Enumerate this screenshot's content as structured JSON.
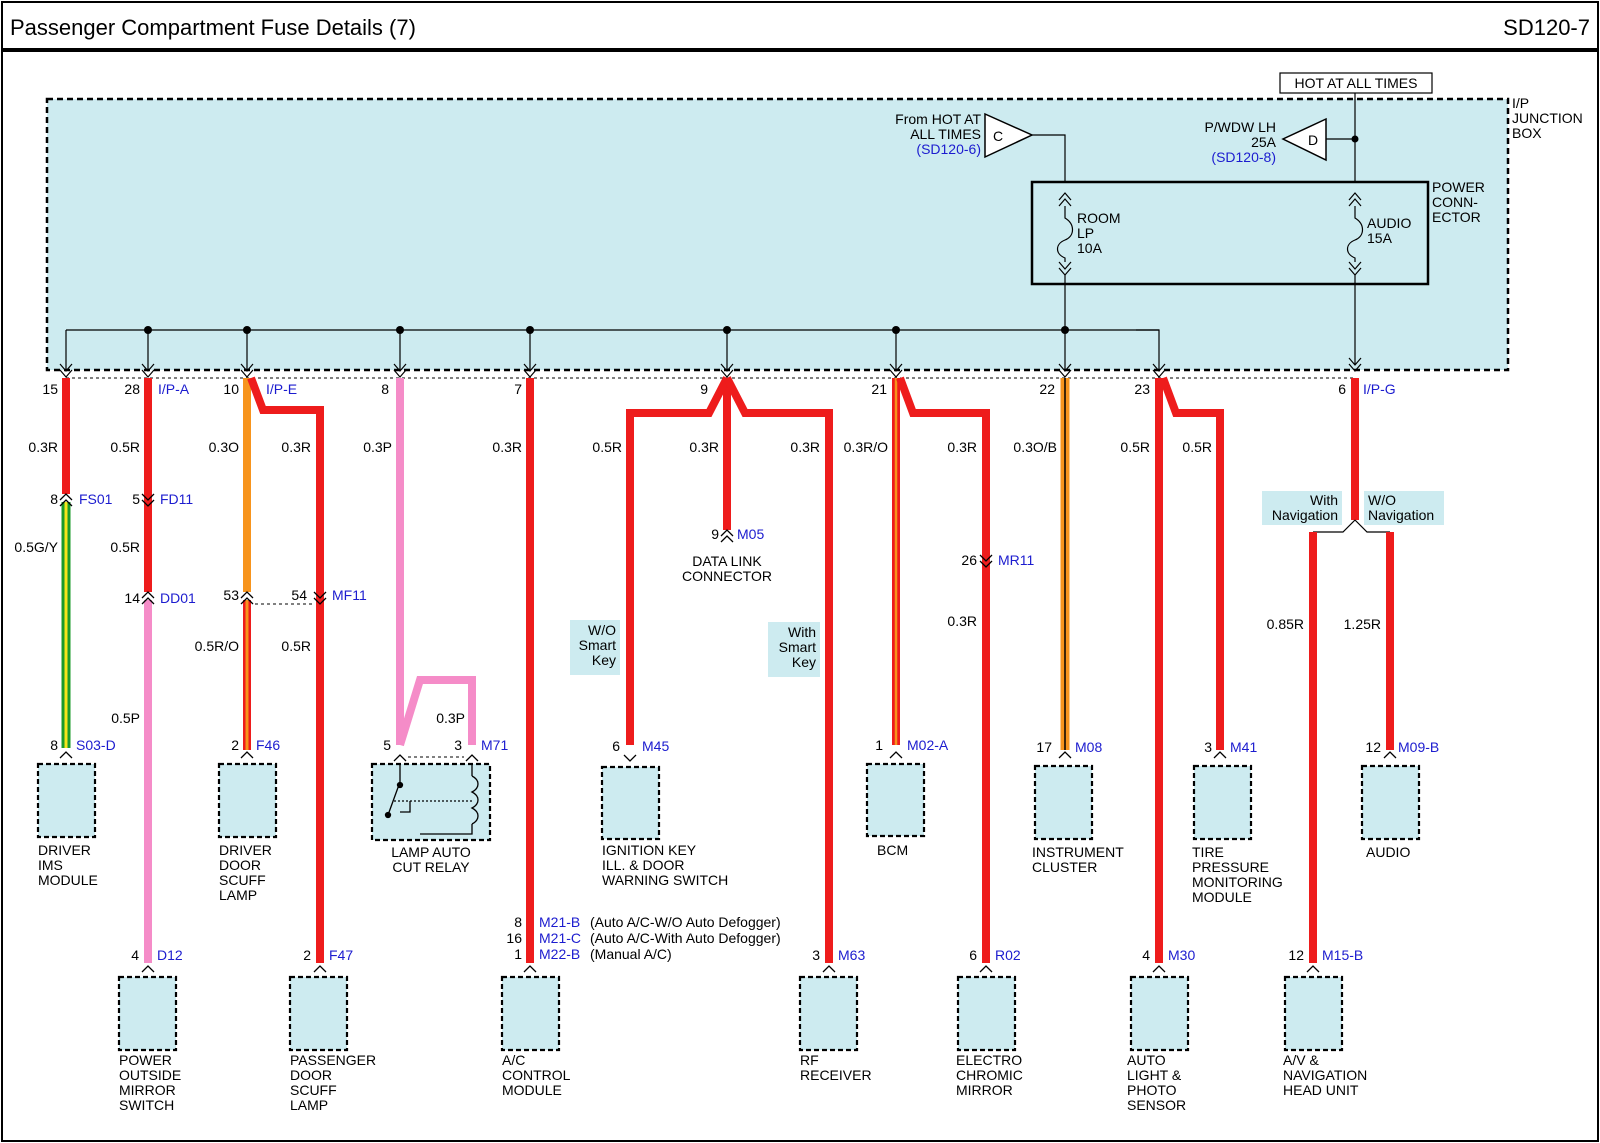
{
  "header": {
    "title": "Passenger Compartment Fuse Details (7)",
    "page_code": "SD120-7"
  },
  "junction": {
    "name_line1": "I/P",
    "name_line2": "JUNCTION",
    "name_line3": "BOX",
    "hot_label": "HOT AT ALL TIMES",
    "from_c_line1": "From HOT AT",
    "from_c_line2": "ALL TIMES",
    "from_c_ref": "(SD120-6)",
    "c_letter": "C",
    "pwdw_line1": "P/WDW LH",
    "pwdw_line2": "25A",
    "pwdw_ref": "(SD120-8)",
    "d_letter": "D",
    "power_line1": "POWER",
    "power_line2": "CONN-",
    "power_line3": "ECTOR",
    "fuse1_line1": "ROOM",
    "fuse1_line2": "LP",
    "fuse1_line3": "10A",
    "fuse2_line1": "AUDIO",
    "fuse2_line2": "15A"
  },
  "pins": [
    {
      "num": "15",
      "conn": ""
    },
    {
      "num": "28",
      "conn": "I/P-A"
    },
    {
      "num": "10",
      "conn": "I/P-E"
    },
    {
      "num": "8",
      "conn": ""
    },
    {
      "num": "7",
      "conn": ""
    },
    {
      "num": "9",
      "conn": ""
    },
    {
      "num": "21",
      "conn": ""
    },
    {
      "num": "22",
      "conn": ""
    },
    {
      "num": "23",
      "conn": ""
    },
    {
      "num": "6",
      "conn": "I/P-G"
    }
  ],
  "wires": {
    "w1": "0.3R",
    "w2": "0.5G/Y",
    "w3": "0.5R",
    "w4": "0.5R",
    "w5": "0.5P",
    "w6": "0.3O",
    "w7": "0.3R",
    "w8": "0.5R/O",
    "w9": "0.5R",
    "w10": "0.3P",
    "w11": "0.3P",
    "w12": "0.3R",
    "w13": "0.5R",
    "w14": "0.3R",
    "w15": "0.3R",
    "w16": "0.3R/O",
    "w17": "0.3R",
    "w18": "0.3R",
    "w19": "0.3O/B",
    "w20": "0.5R",
    "w21": "0.5R",
    "w22": "0.85R",
    "w23": "1.25R"
  },
  "connectors": {
    "fs01_num": "8",
    "fs01": "FS01",
    "fd11_num": "5",
    "fd11": "FD11",
    "dd01_num": "14",
    "dd01": "DD01",
    "c53_num": "53",
    "c54_num": "54",
    "mf11": "MF11",
    "m05_num": "9",
    "m05": "M05",
    "mr11_num": "26",
    "mr11": "MR11"
  },
  "options": {
    "wo_smart_1": "W/O",
    "wo_smart_2": "Smart",
    "wo_smart_3": "Key",
    "with_smart_1": "With",
    "with_smart_2": "Smart",
    "with_smart_3": "Key",
    "with_nav_1": "With",
    "with_nav_2": "Navigation",
    "wo_nav_1": "W/O",
    "wo_nav_2": "Navigation"
  },
  "data_link": {
    "line1": "DATA LINK",
    "line2": "CONNECTOR"
  },
  "components": {
    "driver_ims": {
      "num": "8",
      "conn": "S03-D",
      "l1": "DRIVER",
      "l2": "IMS",
      "l3": "MODULE"
    },
    "door_scuff": {
      "num": "2",
      "conn": "F46",
      "l1": "DRIVER",
      "l2": "DOOR",
      "l3": "SCUFF",
      "l4": "LAMP"
    },
    "lamp_relay": {
      "num5": "5",
      "num3": "3",
      "conn": "M71",
      "l1": "LAMP AUTO",
      "l2": "CUT RELAY"
    },
    "ign_key": {
      "num": "6",
      "conn": "M45",
      "l1": "IGNITION KEY",
      "l2": "ILL. & DOOR",
      "l3": "WARNING SWITCH"
    },
    "bcm": {
      "num": "1",
      "conn": "M02-A",
      "l1": "BCM"
    },
    "cluster": {
      "num": "17",
      "conn": "M08",
      "l1": "INSTRUMENT",
      "l2": "CLUSTER"
    },
    "tpms": {
      "num": "3",
      "conn": "M41",
      "l1": "TIRE",
      "l2": "PRESSURE",
      "l3": "MONITORING",
      "l4": "MODULE"
    },
    "audio": {
      "num": "12",
      "conn": "M09-B",
      "l1": "AUDIO"
    },
    "mirror_sw": {
      "num": "4",
      "conn": "D12",
      "l1": "POWER",
      "l2": "OUTSIDE",
      "l3": "MIRROR",
      "l4": "SWITCH"
    },
    "pass_scuff": {
      "num": "2",
      "conn": "F47",
      "l1": "PASSENGER",
      "l2": "DOOR",
      "l3": "SCUFF",
      "l4": "LAMP"
    },
    "ac": {
      "n1": "8",
      "c1": "M21-B",
      "d1": "(Auto A/C-W/O Auto Defogger)",
      "n2": "16",
      "c2": "M21-C",
      "d2": "(Auto A/C-With Auto Defogger)",
      "n3": "1",
      "c3": "M22-B",
      "d3": "(Manual A/C)",
      "l1": "A/C",
      "l2": "CONTROL",
      "l3": "MODULE"
    },
    "rf": {
      "num": "3",
      "conn": "M63",
      "l1": "RF",
      "l2": "RECEIVER"
    },
    "ecm": {
      "num": "6",
      "conn": "R02",
      "l1": "ELECTRO",
      "l2": "CHROMIC",
      "l3": "MIRROR"
    },
    "auto_light": {
      "num": "4",
      "conn": "M30",
      "l1": "AUTO",
      "l2": "LIGHT &",
      "l3": "PHOTO",
      "l4": "SENSOR"
    },
    "av_nav": {
      "num": "12",
      "conn": "M15-B",
      "l1": "A/V &",
      "l2": "NAVIGATION",
      "l3": "HEAD UNIT"
    }
  },
  "colors": {
    "red_wire": "#ee1c1c",
    "pink_wire": "#f58cc8",
    "orange_wire": "#f7941d",
    "green_wire": "#1a9b2a",
    "yellow_stripe": "#f5e51b",
    "box_fill": "#cdebf0",
    "ref_text": "#1c1ccf"
  }
}
